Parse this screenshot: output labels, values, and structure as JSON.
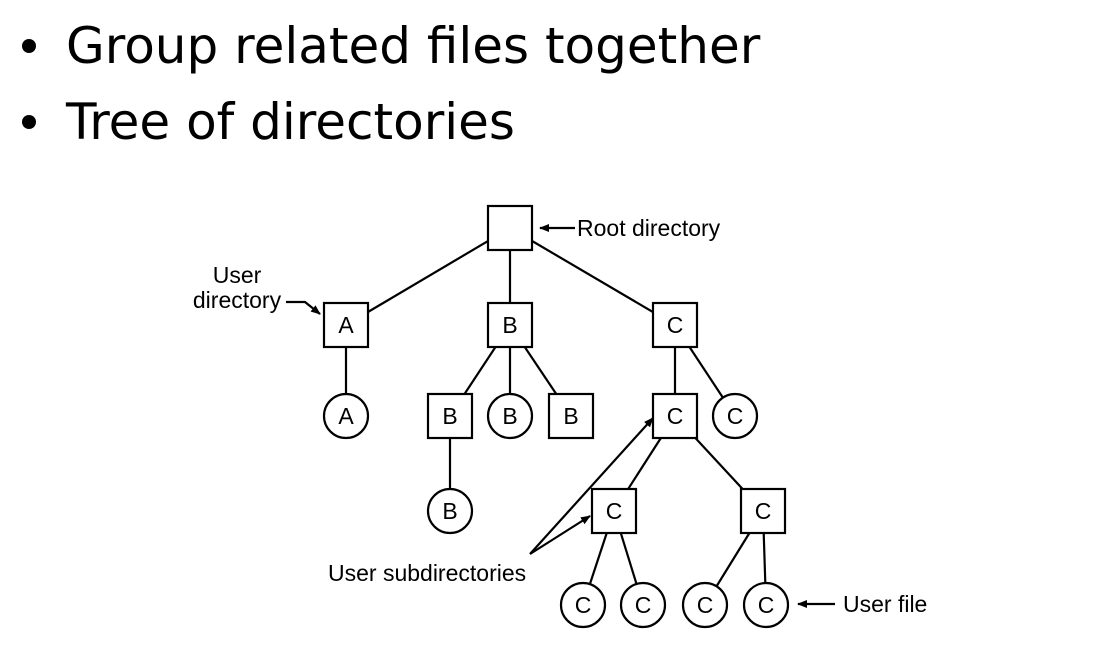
{
  "bullets": [
    "Group related files together",
    "Tree of directories"
  ],
  "annotations": {
    "root": "Root directory",
    "user_dir_line1": "User",
    "user_dir_line2": "directory",
    "subdirs": "User subdirectories",
    "user_file": "User file"
  },
  "tree": {
    "nodes": [
      {
        "id": "root",
        "kind": "directory",
        "label": ""
      },
      {
        "id": "dirA",
        "kind": "directory",
        "label": "A"
      },
      {
        "id": "dirB",
        "kind": "directory",
        "label": "B"
      },
      {
        "id": "dirC",
        "kind": "directory",
        "label": "C"
      },
      {
        "id": "fileA",
        "kind": "file",
        "label": "A"
      },
      {
        "id": "dirB1",
        "kind": "directory",
        "label": "B"
      },
      {
        "id": "fileB1",
        "kind": "file",
        "label": "B"
      },
      {
        "id": "dirB2",
        "kind": "directory",
        "label": "B"
      },
      {
        "id": "fileB2",
        "kind": "file",
        "label": "B"
      },
      {
        "id": "dirC1",
        "kind": "directory",
        "label": "C"
      },
      {
        "id": "fileC1",
        "kind": "file",
        "label": "C"
      },
      {
        "id": "dirC2",
        "kind": "directory",
        "label": "C"
      },
      {
        "id": "dirC3",
        "kind": "directory",
        "label": "C"
      },
      {
        "id": "fileC2",
        "kind": "file",
        "label": "C"
      },
      {
        "id": "fileC3",
        "kind": "file",
        "label": "C"
      },
      {
        "id": "fileC4",
        "kind": "file",
        "label": "C"
      },
      {
        "id": "fileC5",
        "kind": "file",
        "label": "C"
      }
    ],
    "edges": [
      [
        "root",
        "dirA"
      ],
      [
        "root",
        "dirB"
      ],
      [
        "root",
        "dirC"
      ],
      [
        "dirA",
        "fileA"
      ],
      [
        "dirB",
        "dirB1"
      ],
      [
        "dirB",
        "fileB1"
      ],
      [
        "dirB",
        "dirB2"
      ],
      [
        "dirB1",
        "fileB2"
      ],
      [
        "dirC",
        "dirC1"
      ],
      [
        "dirC",
        "fileC1"
      ],
      [
        "dirC1",
        "dirC2"
      ],
      [
        "dirC1",
        "dirC3"
      ],
      [
        "dirC2",
        "fileC2"
      ],
      [
        "dirC2",
        "fileC3"
      ],
      [
        "dirC3",
        "fileC4"
      ],
      [
        "dirC3",
        "fileC5"
      ]
    ]
  }
}
